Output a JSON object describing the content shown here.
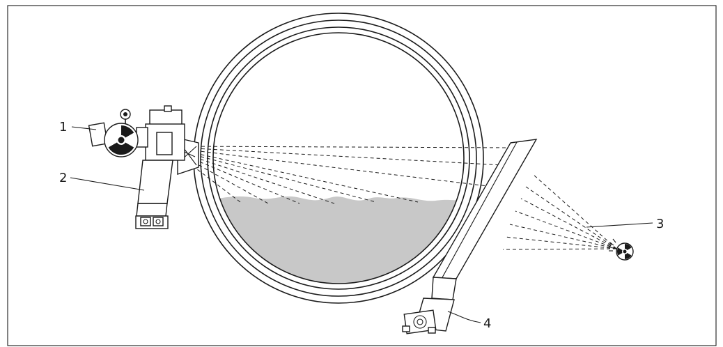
{
  "callouts": [
    {
      "id": "1",
      "label": "1"
    },
    {
      "id": "2",
      "label": "2"
    },
    {
      "id": "3",
      "label": "3"
    },
    {
      "id": "4",
      "label": "4"
    }
  ],
  "colors": {
    "stroke": "#1a1a1a",
    "product_fill": "#c8c8c8",
    "background": "#ffffff"
  },
  "icons": [
    "radiation-icon",
    "terminal-block-icon"
  ]
}
